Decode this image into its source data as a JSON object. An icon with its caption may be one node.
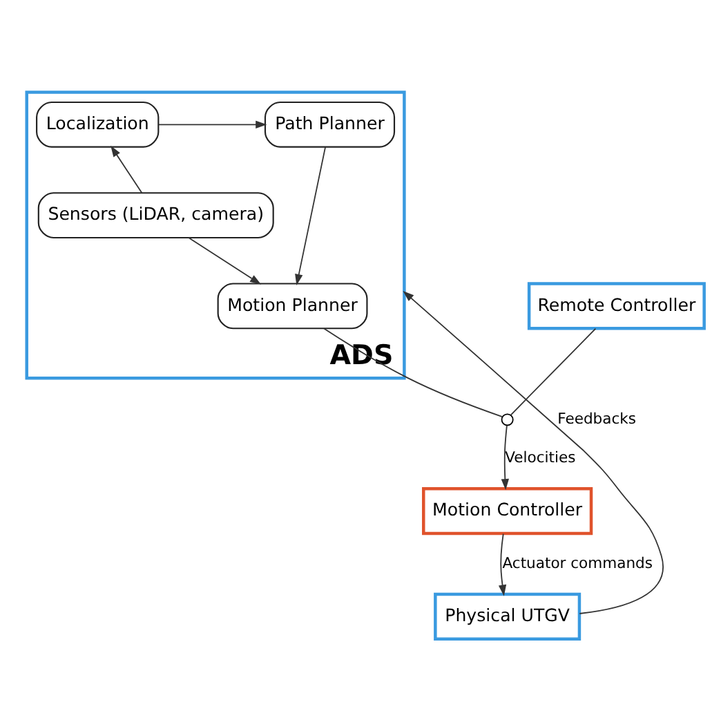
{
  "diagram": {
    "nodes": [
      {
        "text": [
          "ADS"
        ]
      },
      {
        "text": [
          "Path Planner"
        ],
        "in": 0
      },
      {
        "text": [
          "Localization"
        ],
        "in": 0
      },
      {
        "text": [
          "Sensors (LiDAR, camera)"
        ],
        "in": 0
      },
      {
        "text": [
          "Motion Planner"
        ],
        "in": 0
      },
      {
        "text": [],
        "shape": "switch"
      },
      {
        "text": [
          "Motion Controller"
        ]
      },
      {
        "text": [
          "Remote Controller"
        ]
      },
      {
        "text": [
          "Physical UTGV"
        ]
      }
    ],
    "edges": [
      {
        "from": 2,
        "to": 1,
        "arrow": "to"
      },
      {
        "from": 1,
        "to": 4,
        "arrow": "to"
      },
      {
        "from": 3,
        "to": 2,
        "arrow": "to"
      },
      {
        "from": 3,
        "to": 4,
        "arrow": "to"
      },
      {
        "from": 4,
        "to": 5,
        "arrow": "none"
      },
      {
        "from": 7,
        "to": 5,
        "arrow": "none"
      },
      {
        "from": 5,
        "to": 6,
        "arrow": "to",
        "label": "Velocities"
      },
      {
        "from": 6,
        "to": 8,
        "arrow": "to",
        "label": "Actuator commands"
      },
      {
        "from": 8,
        "to": 0,
        "arrow": "to",
        "label": "Feedbacks"
      }
    ]
  }
}
